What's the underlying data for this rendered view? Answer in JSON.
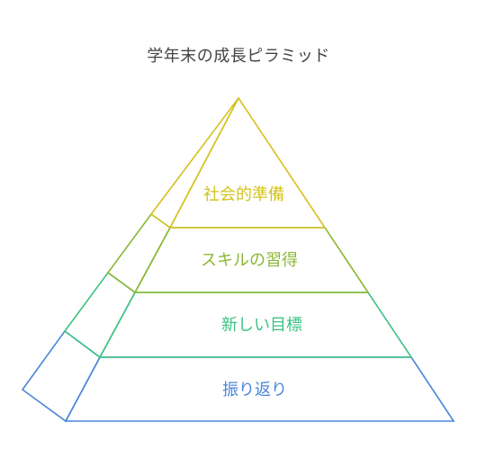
{
  "title": "学年末の成長ピラミッド",
  "tiers": [
    {
      "label": "社会的準備",
      "color": "#d4c21e"
    },
    {
      "label": "スキルの習得",
      "color": "#8ab833"
    },
    {
      "label": "新しい目標",
      "color": "#3cc285"
    },
    {
      "label": "振り返り",
      "color": "#4a86d8"
    }
  ]
}
